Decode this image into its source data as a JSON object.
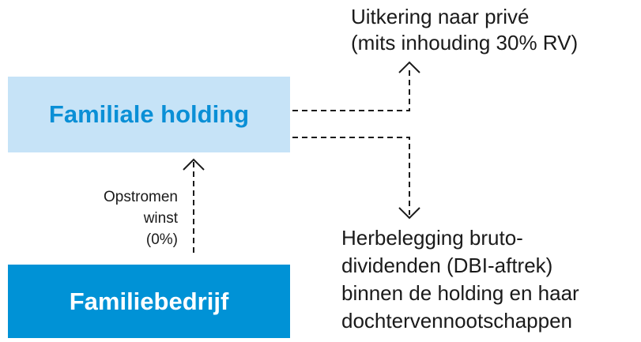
{
  "holding": {
    "label": "Familiale holding"
  },
  "company": {
    "label": "Familiebedrijf"
  },
  "flow_up": {
    "lines": [
      "Opstromen",
      "winst",
      "(0%)"
    ]
  },
  "payout": {
    "lines": [
      "Uitkering naar privé",
      "(mits inhouding 30% RV)"
    ]
  },
  "reinvest": {
    "lines": [
      "Herbelegging bruto-",
      "dividenden (DBI-aftrek)",
      "binnen de holding en haar",
      "dochtervennootschappen"
    ]
  },
  "colors": {
    "holding_fill": "#c6e3f7",
    "holding_text": "#0a8fd6",
    "company_fill": "#0092d6",
    "company_text": "#ffffff",
    "arrow": "#1a1a1a"
  }
}
